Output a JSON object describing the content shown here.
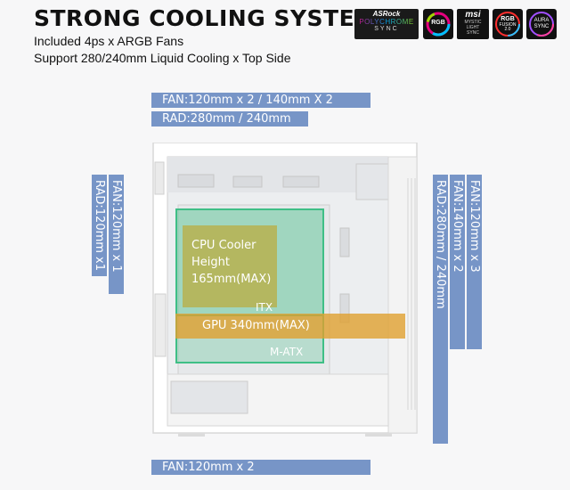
{
  "header": {
    "title": "STRONG COOLING SYSTEM",
    "line1": "Included 4ps x ARGB Fans",
    "line2": "Support 280/240mm Liquid Cooling x Top Side"
  },
  "logos": {
    "asrock": {
      "brand": "ASRock",
      "product": "POLYCHROME",
      "sub": "SYNC"
    },
    "rgb_badge": "RGB",
    "msi": {
      "brand": "msi",
      "l1": "MYSTIC",
      "l2": "LIGHT",
      "l3": "SYNC"
    },
    "gigabyte": {
      "l1": "RGB",
      "l2": "FUSION",
      "l3": "2.0"
    },
    "aura": {
      "l1": "AURA",
      "l2": "SYNC"
    }
  },
  "dimensions": {
    "top_fan": "FAN:120mm x 2 / 140mm X 2",
    "top_rad": "RAD:280mm / 240mm",
    "rear_rad": "RAD:120mm x1",
    "rear_fan": "FAN:120mm x 1",
    "front_rad": "RAD:280mm / 240mm",
    "front_fan_140": "FAN:140mm x 2",
    "front_fan_120": "FAN:120mm x 3",
    "bottom_fan": "FAN:120mm x 2"
  },
  "case": {
    "cpu_line1": "CPU Cooler",
    "cpu_line2": "Height",
    "cpu_line3": "165mm(MAX)",
    "itx": "ITX",
    "gpu": "GPU 340mm(MAX)",
    "matx": "M-ATX"
  },
  "colors": {
    "bar": "#7795c7",
    "green": "#3fbf86",
    "cpu_box": "#b8b04a",
    "gpu_bar": "#e0a030"
  }
}
